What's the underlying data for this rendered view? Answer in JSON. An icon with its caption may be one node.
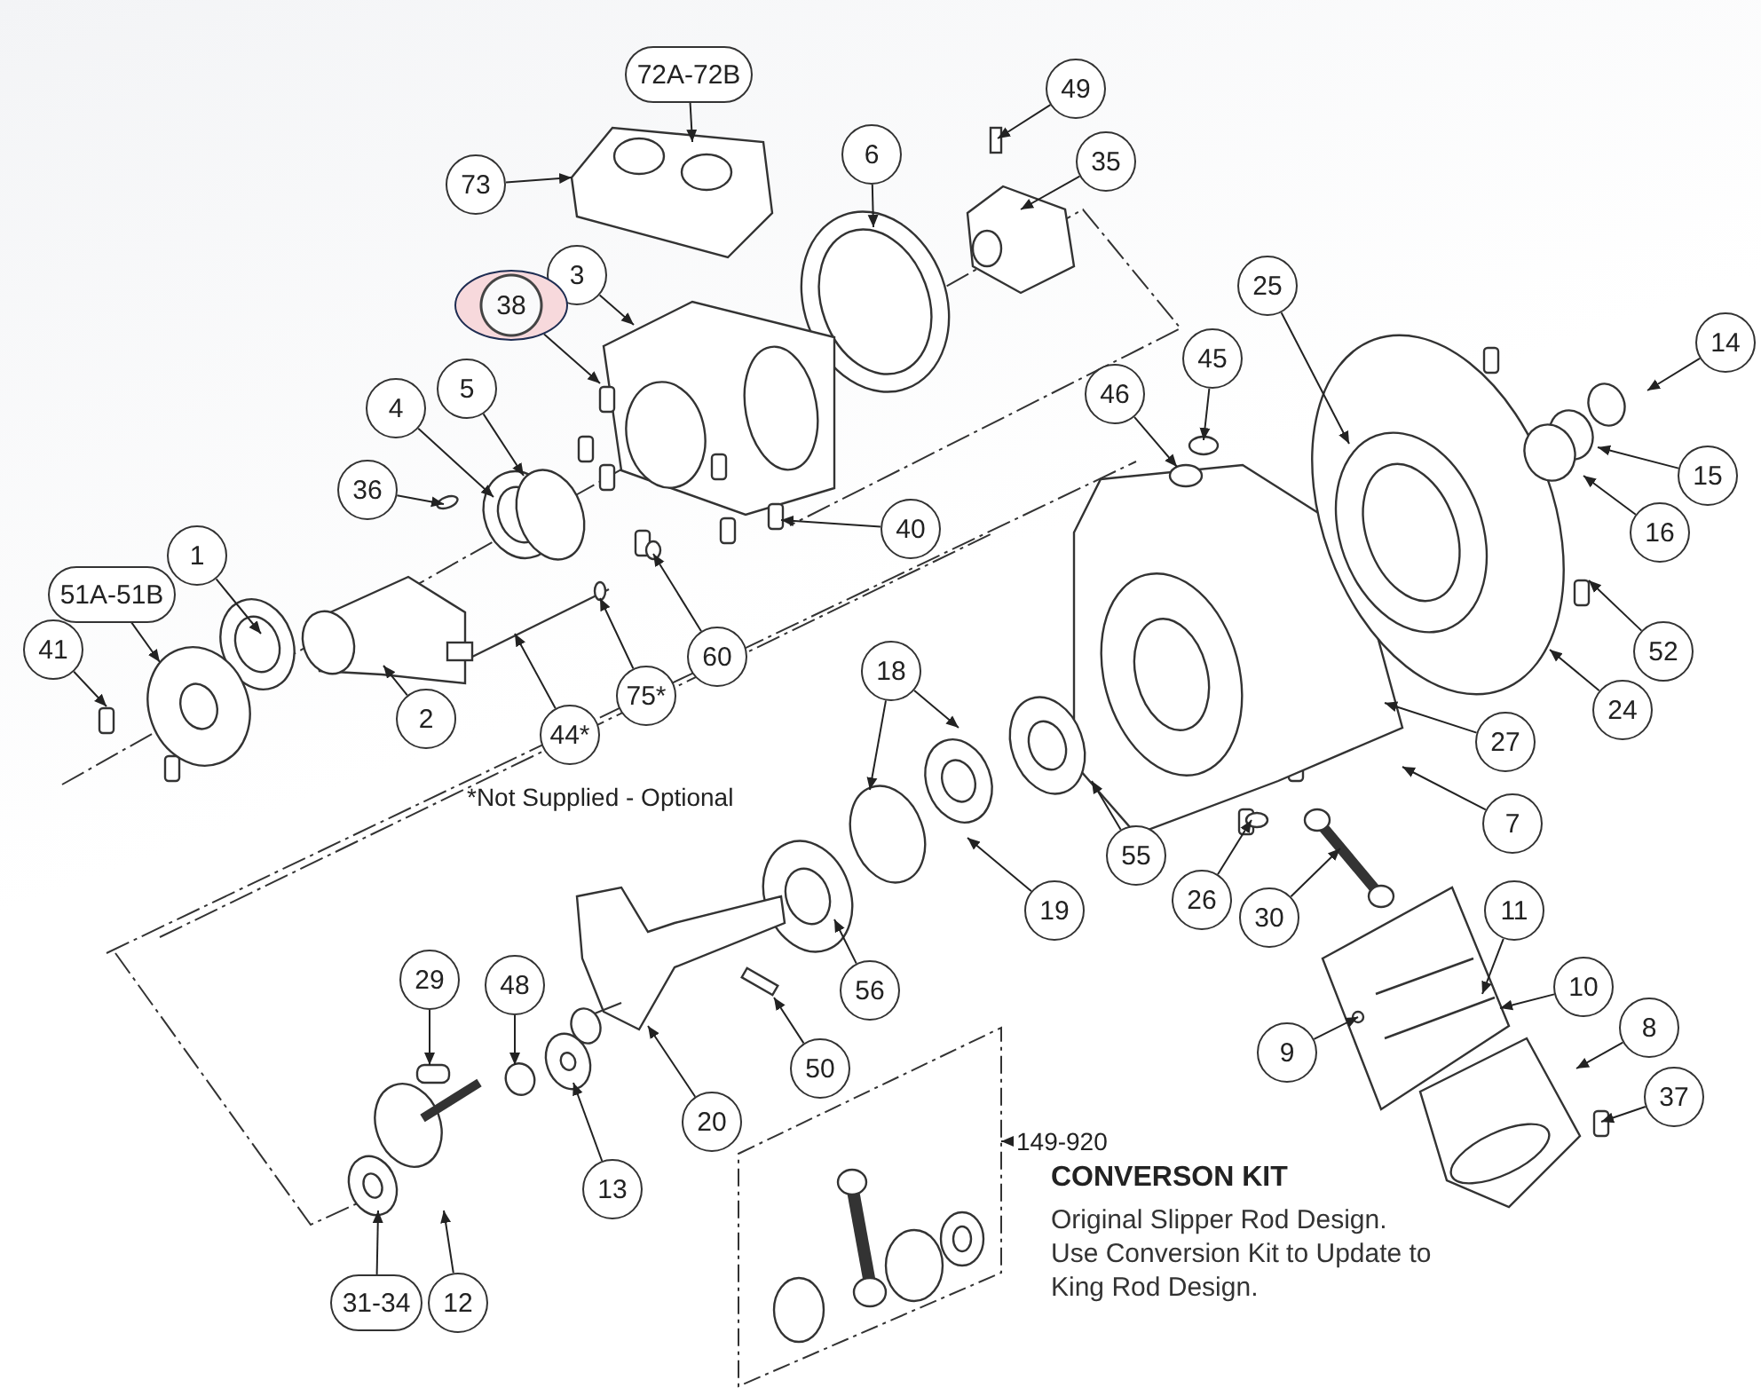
{
  "diagram": {
    "nodes": [
      {
        "text": [
          "72A-72B"
        ]
      },
      {
        "text": [
          "49"
        ]
      },
      {
        "text": [
          "6"
        ]
      },
      {
        "text": [
          "35"
        ]
      },
      {
        "text": [
          "73"
        ]
      },
      {
        "text": [
          "3"
        ]
      },
      {
        "text": [
          "25"
        ]
      },
      {
        "text": [
          "38"
        ]
      },
      {
        "text": [
          "14"
        ]
      },
      {
        "text": [
          "45"
        ]
      },
      {
        "text": [
          "4"
        ]
      },
      {
        "text": [
          "5"
        ]
      },
      {
        "text": [
          "46"
        ]
      },
      {
        "text": [
          "15"
        ]
      },
      {
        "text": [
          "36"
        ]
      },
      {
        "text": [
          "16"
        ]
      },
      {
        "text": [
          "40"
        ]
      },
      {
        "text": [
          "1"
        ]
      },
      {
        "text": [
          "51A-51B"
        ]
      },
      {
        "text": [
          "52"
        ]
      },
      {
        "text": [
          "41"
        ]
      },
      {
        "text": [
          "60"
        ]
      },
      {
        "text": [
          "18"
        ]
      },
      {
        "text": [
          "75*"
        ]
      },
      {
        "text": [
          "24"
        ]
      },
      {
        "text": [
          "2"
        ]
      },
      {
        "text": [
          "44*"
        ]
      },
      {
        "text": [
          "27"
        ]
      },
      {
        "text": [
          "7"
        ]
      },
      {
        "text": [
          "55"
        ]
      },
      {
        "text": [
          "26"
        ]
      },
      {
        "text": [
          "30"
        ]
      },
      {
        "text": [
          "19"
        ]
      },
      {
        "text": [
          "11"
        ]
      },
      {
        "text": [
          "10"
        ]
      },
      {
        "text": [
          "29"
        ]
      },
      {
        "text": [
          "48"
        ]
      },
      {
        "text": [
          "56"
        ]
      },
      {
        "text": [
          "8"
        ]
      },
      {
        "text": [
          "9"
        ]
      },
      {
        "text": [
          "50"
        ]
      },
      {
        "text": [
          "37"
        ]
      },
      {
        "text": [
          "20"
        ]
      },
      {
        "text": [
          "149-920"
        ]
      },
      {
        "text": [
          "13"
        ]
      },
      {
        "text": [
          "31-34"
        ]
      },
      {
        "text": [
          "12"
        ]
      },
      {
        "text": [],
        "shape": "box"
      }
    ],
    "edges": [
      {
        "from": 0,
        "to": null,
        "arrow": "to"
      },
      {
        "from": 1,
        "to": null,
        "arrow": "to"
      },
      {
        "from": 2,
        "to": null,
        "arrow": "to"
      },
      {
        "from": 3,
        "to": null,
        "arrow": "to"
      },
      {
        "from": 4,
        "to": null,
        "arrow": "to"
      },
      {
        "from": 5,
        "to": null,
        "arrow": "to"
      },
      {
        "from": 6,
        "to": null,
        "arrow": "to"
      },
      {
        "from": 7,
        "to": null,
        "arrow": "to"
      },
      {
        "from": 8,
        "to": null,
        "arrow": "to"
      },
      {
        "from": 9,
        "to": null,
        "arrow": "to"
      },
      {
        "from": 10,
        "to": null,
        "arrow": "to"
      },
      {
        "from": 11,
        "to": null,
        "arrow": "to"
      },
      {
        "from": 12,
        "to": null,
        "arrow": "to"
      },
      {
        "from": 13,
        "to": null,
        "arrow": "to"
      },
      {
        "from": 14,
        "to": null,
        "arrow": "to"
      },
      {
        "from": 15,
        "to": null,
        "arrow": "to"
      },
      {
        "from": 16,
        "to": null,
        "arrow": "to"
      },
      {
        "from": 17,
        "to": null,
        "arrow": "to"
      },
      {
        "from": 18,
        "to": null,
        "arrow": "to"
      },
      {
        "from": 19,
        "to": null,
        "arrow": "to"
      },
      {
        "from": 20,
        "to": null,
        "arrow": "to"
      },
      {
        "from": 21,
        "to": null,
        "arrow": "to"
      },
      {
        "from": 22,
        "to": null,
        "arrow": "to"
      },
      {
        "from": 22,
        "to": null,
        "arrow": "to"
      },
      {
        "from": 23,
        "to": null,
        "arrow": "to"
      },
      {
        "from": 24,
        "to": null,
        "arrow": "to"
      },
      {
        "from": 25,
        "to": null,
        "arrow": "to"
      },
      {
        "from": 26,
        "to": null,
        "arrow": "to"
      },
      {
        "from": 27,
        "to": null,
        "arrow": "to"
      },
      {
        "from": 28,
        "to": null,
        "arrow": "to"
      },
      {
        "from": 29,
        "to": null,
        "arrow": "to"
      },
      {
        "from": 30,
        "to": null,
        "arrow": "to"
      },
      {
        "from": 31,
        "to": null,
        "arrow": "to"
      },
      {
        "from": 32,
        "to": null,
        "arrow": "to"
      },
      {
        "from": 33,
        "to": null,
        "arrow": "to"
      },
      {
        "from": 34,
        "to": null,
        "arrow": "to"
      },
      {
        "from": 35,
        "to": null,
        "arrow": "to"
      },
      {
        "from": 36,
        "to": null,
        "arrow": "to"
      },
      {
        "from": 37,
        "to": null,
        "arrow": "to"
      },
      {
        "from": 38,
        "to": null,
        "arrow": "to"
      },
      {
        "from": 39,
        "to": null,
        "arrow": "to"
      },
      {
        "from": 40,
        "to": null,
        "arrow": "to"
      },
      {
        "from": 41,
        "to": null,
        "arrow": "to"
      },
      {
        "from": 42,
        "to": null,
        "arrow": "to"
      },
      {
        "from": 43,
        "to": 47,
        "arrow": "to"
      },
      {
        "from": 44,
        "to": null,
        "arrow": "to"
      },
      {
        "from": 45,
        "to": null,
        "arrow": "to"
      },
      {
        "from": 46,
        "to": null,
        "arrow": "to"
      }
    ],
    "labels": [
      "*Not Supplied - Optional",
      "CONVERSON KIT",
      "Original Slipper Rod Design. Use Conversion Kit to Update to King Rod Design."
    ]
  }
}
